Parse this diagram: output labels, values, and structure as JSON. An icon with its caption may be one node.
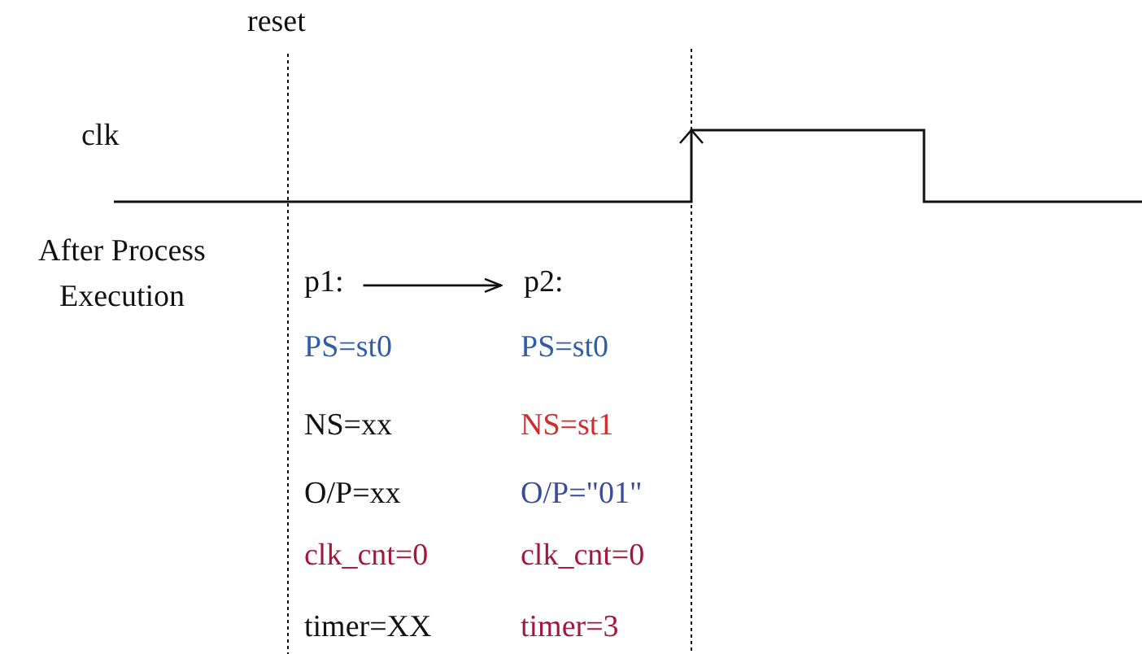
{
  "diagram": {
    "nodes": [
      {
        "text": [
          "p1:"
        ]
      },
      {
        "text": [
          "p2:"
        ]
      }
    ],
    "edges": [
      {
        "from": 0,
        "to": 1,
        "arrow": "to"
      }
    ],
    "labels": [
      "reset",
      "clk",
      "After Process Execution",
      "PS=st0",
      "PS=st0",
      "NS=xx",
      "NS=st1",
      "O/P=xx",
      "O/P=\"01\"",
      "clk_cnt=0",
      "clk_cnt=0",
      "timer=XX",
      "timer=3"
    ]
  }
}
